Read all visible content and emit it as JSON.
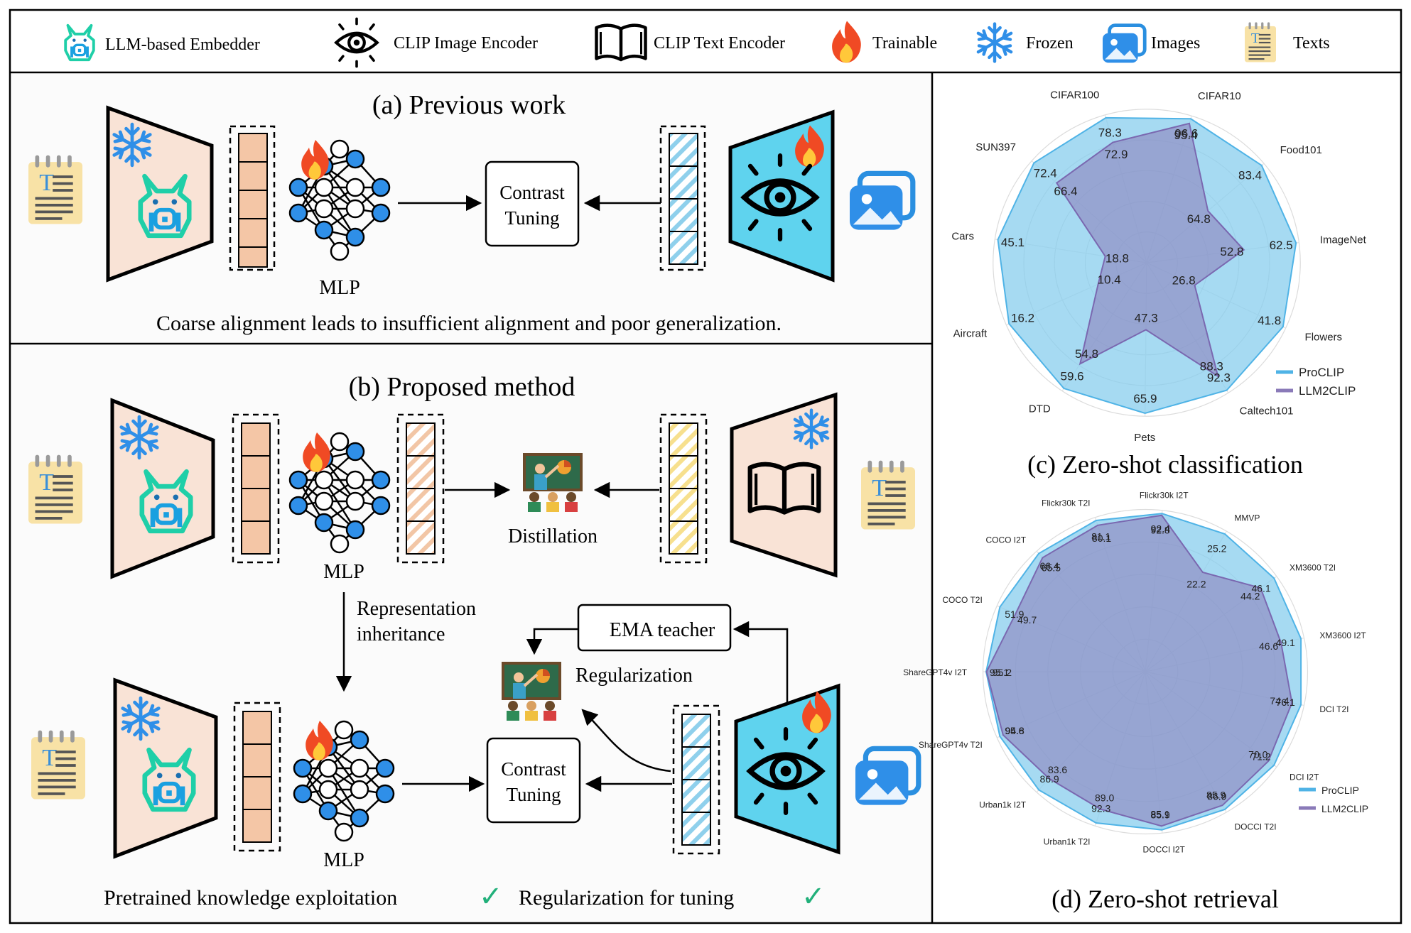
{
  "legend": {
    "embedder": "LLM-based  Embedder",
    "image_encoder": "CLIP Image Encoder",
    "text_encoder": "CLIP Text Encoder",
    "trainable": "Trainable",
    "frozen": "Frozen",
    "images": "Images",
    "texts": "Texts"
  },
  "panel_a": {
    "title": "(a) Previous work",
    "mlp": "MLP",
    "contrast_line1": "Contrast",
    "contrast_line2": "Tuning",
    "caption": "Coarse alignment leads to insufficient alignment and poor generalization."
  },
  "panel_b": {
    "title": "(b) Proposed method",
    "mlp_top": "MLP",
    "mlp_bottom": "MLP",
    "distillation": "Distillation",
    "rep_line1": "Representation",
    "rep_line2": "inheritance",
    "ema": "EMA teacher",
    "regularization": "Regularization",
    "contrast_line1": "Contrast",
    "contrast_line2": "Tuning",
    "caption_left": "Pretrained knowledge  exploitation",
    "caption_right": "Regularization for tuning",
    "check": "✓"
  },
  "chart_data": [
    {
      "type": "radar",
      "title": "(c) Zero-shot classification",
      "axes": [
        "CIFAR10",
        "Food101",
        "ImageNet",
        "Flowers",
        "Caltech101",
        "Pets",
        "DTD",
        "Aircraft",
        "Cars",
        "SUN397",
        "CIFAR100"
      ],
      "series": [
        {
          "name": "ProCLIP",
          "values": [
            96.6,
            83.4,
            62.5,
            41.8,
            92.3,
            65.9,
            59.6,
            16.2,
            45.1,
            72.4,
            78.3
          ],
          "color": "#6ec6ee"
        },
        {
          "name": "LLM2CLIP",
          "values": [
            95.4,
            64.8,
            52.8,
            26.8,
            88.3,
            47.3,
            54.8,
            10.4,
            18.8,
            66.4,
            72.9
          ],
          "color": "#8a7ab8"
        }
      ],
      "legend_position": "bottom-right"
    },
    {
      "type": "radar",
      "title": "(d) Zero-shot retrieval",
      "axes": [
        "Flickr30k I2T",
        "MMVP",
        "XM3600 T2I",
        "XM3600 I2T",
        "DCI T2I",
        "DCI I2T",
        "DOCCI T2I",
        "DOCCI I2T",
        "Urban1k T2I",
        "Urban1k I2T",
        "ShareGPT4v T2I",
        "ShareGPT4v I2T",
        "COCO T2I",
        "COCO I2T",
        "Flickr30k T2I"
      ],
      "series": [
        {
          "name": "ProCLIP",
          "values": [
            92.8,
            25.2,
            46.1,
            49.1,
            76.1,
            71.2,
            86.9,
            85.9,
            92.3,
            86.9,
            95.6,
            95.2,
            51.9,
            66.4,
            81.1
          ],
          "color": "#6ec6ee"
        },
        {
          "name": "LLM2CLIP",
          "values": [
            92.4,
            22.2,
            44.2,
            46.6,
            74.4,
            70.0,
            85.9,
            85.1,
            89.0,
            83.6,
            94.8,
            95.1,
            49.7,
            65.5,
            80.1
          ],
          "color": "#8a7ab8"
        }
      ],
      "legend_position": "bottom-right"
    }
  ]
}
